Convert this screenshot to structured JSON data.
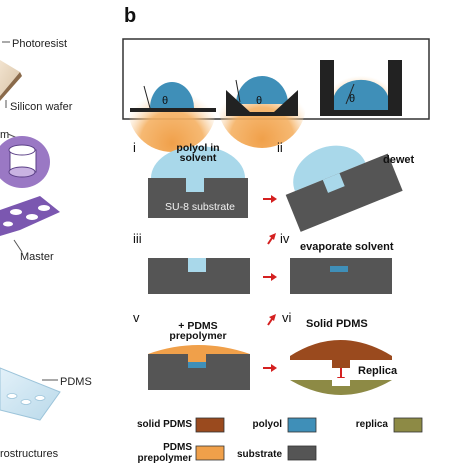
{
  "panel_b": {
    "letter": "b",
    "theta": "θ",
    "steps": {
      "i": {
        "num": "i",
        "note_line1": "polyol in",
        "note_line2": "solvent",
        "substrate": "SU-8 substrate"
      },
      "ii": {
        "num": "ii",
        "note": "dewet"
      },
      "iii": {
        "num": "iii"
      },
      "iv": {
        "num": "iv",
        "note": "evaporate solvent"
      },
      "v": {
        "num": "v",
        "note_line1": "+ PDMS",
        "note_line2": "prepolymer"
      },
      "vi": {
        "num": "vi",
        "note_top": "Solid PDMS",
        "note_side": "Replica"
      }
    },
    "legend": [
      {
        "label": "solid PDMS",
        "color": "#9a4a1e"
      },
      {
        "label": "polyol",
        "color": "#3f8fb8"
      },
      {
        "label": "replica",
        "color": "#8d8a45"
      },
      {
        "label_line1": "PDMS",
        "label_line2": "prepolymer",
        "color": "#f0a04a"
      },
      {
        "label": "substrate",
        "color": "#555555"
      }
    ]
  },
  "panel_a": {
    "photoresist": "Photoresist",
    "silicon_wafer": "Silicon wafer",
    "m_fragment": "m",
    "master": "Master",
    "pdms": "PDMS",
    "microstructures": "rostructures"
  },
  "colors": {
    "substrate": "#555555",
    "polyol": "#3f8fb8",
    "polyol_light": "#a9d8ea",
    "orange": "#f0a04a",
    "solid_pdms": "#9a4a1e",
    "replica": "#8d8a45",
    "arrow_red": "#d42020"
  }
}
